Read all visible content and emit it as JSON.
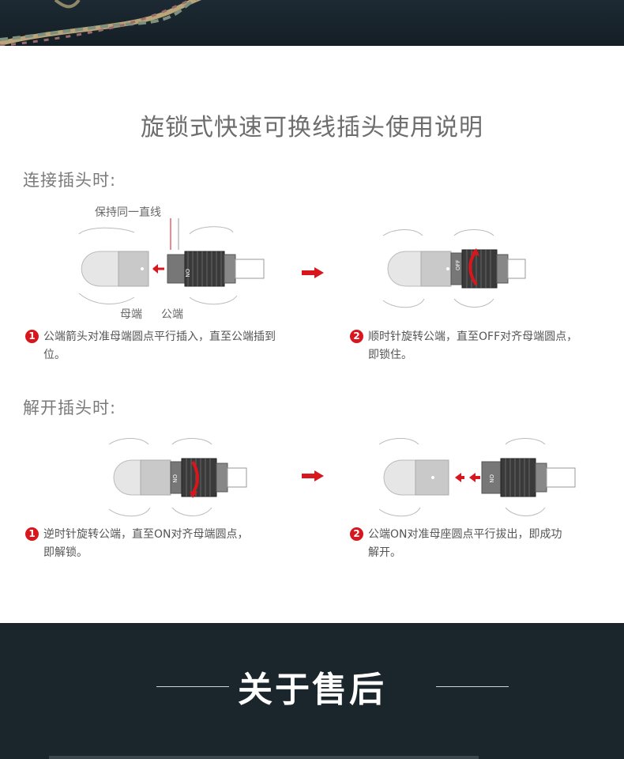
{
  "title": "旋锁式快速可换线插头使用说明",
  "connect": {
    "heading": "连接插头时:",
    "align_label": "保持同一直线",
    "female_label": "母端",
    "male_label": "公端",
    "steps": [
      {
        "num": "1",
        "line1": "公端箭头对准母端圆点平行插入，直至公端插到",
        "line2": "位。"
      },
      {
        "num": "2",
        "line1": "顺时针旋转公端，直至OFF对齐母端圆点，",
        "line2": "即锁住。"
      }
    ]
  },
  "disconnect": {
    "heading": "解开插头时:",
    "steps": [
      {
        "num": "1",
        "line1": "逆时针旋转公端，直至ON对齐母端圆点，",
        "line2": "即解锁。"
      },
      {
        "num": "2",
        "line1": "公端ON对准母座圆点平行拔出，即成功",
        "line2": "解开。"
      }
    ]
  },
  "plug_marks": {
    "on": "ON",
    "off": "OFF"
  },
  "after_sale": {
    "title": "关于售后"
  },
  "colors": {
    "accent": "#d8161e",
    "dark_bg": "#1b252c"
  }
}
